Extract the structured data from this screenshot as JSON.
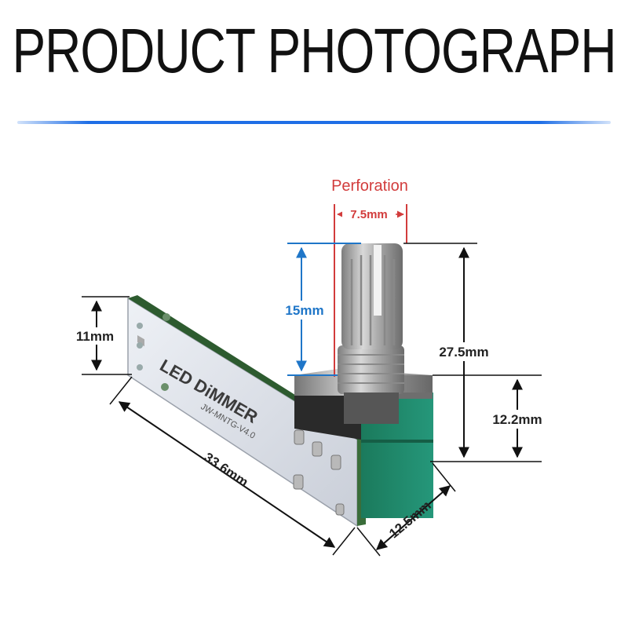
{
  "header": {
    "title": "PRODUCT PHOTOGRAPH"
  },
  "colors": {
    "accent_line": "#1e6ee6",
    "red_dimension": "#d23c3c",
    "blue_dimension": "#1f76c8",
    "pcb_green": "#1f8a6a"
  },
  "labels": {
    "perforation": "Perforation",
    "shaft_width": "7.5mm",
    "shaft_height": "15mm",
    "total_height": "27.5mm",
    "body_height": "12.2mm",
    "body_width": "12.5mm",
    "board_height": "11mm",
    "board_length": "33.6mm"
  },
  "board_text": {
    "name": "LED DiMMER",
    "model": "JW-MNTG-V4.0"
  }
}
